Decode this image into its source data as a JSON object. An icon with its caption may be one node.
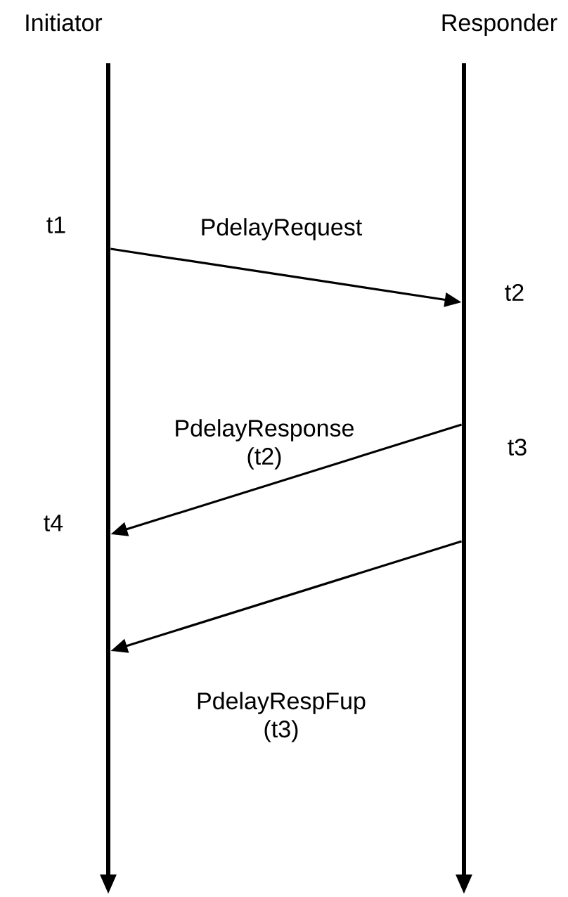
{
  "diagram": {
    "nodes": [
      {
        "text": [
          "Initiator"
        ]
      },
      {
        "text": [
          "Responder"
        ]
      }
    ],
    "edges": [
      {
        "from": 0,
        "to": 1,
        "arrow": "to",
        "label": "PdelayRequest"
      },
      {
        "from": 1,
        "to": 0,
        "arrow": "to",
        "label": "PdelayResponse (t2)"
      },
      {
        "from": 1,
        "to": 0,
        "arrow": "to",
        "label": "PdelayRespFup (t3)"
      }
    ],
    "labels": [
      "t1",
      "t2",
      "t3",
      "t4"
    ]
  }
}
